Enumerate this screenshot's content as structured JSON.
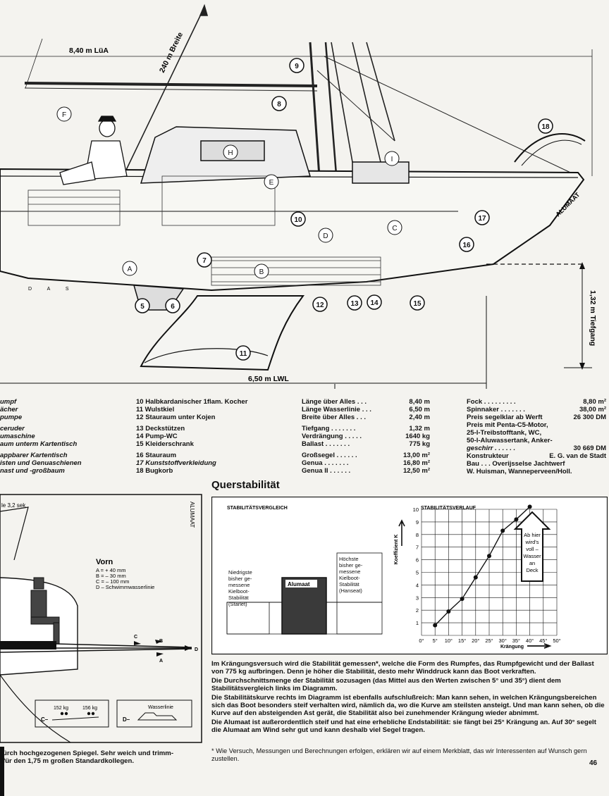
{
  "boat_drawing": {
    "dimension_loa": "8,40 m LüA",
    "dimension_beam": "240 m Breite",
    "dimension_draft": "1,32 m Tiefgang",
    "dimension_lwl": "6,50 m LWL",
    "hull_brand": "ALUMAAT",
    "transom_letters": "D A S",
    "callout_numbers": [
      "5",
      "6",
      "7",
      "8",
      "9",
      "10",
      "11",
      "12",
      "13",
      "14",
      "15",
      "16",
      "17",
      "18"
    ],
    "callout_letters": [
      "A",
      "B",
      "C",
      "D",
      "E",
      "F",
      "H",
      "I"
    ]
  },
  "legend_left": [
    "umpf",
    "ächer",
    "pumpe",
    "",
    "ceruder",
    "umaschine",
    "aum unterm Kartentisch",
    "",
    "appbarer Kartentisch",
    "isten und Genuaschienen",
    "nast und -großbaum"
  ],
  "legend_mid": [
    "10 Halbkardanischer 1flam. Kocher",
    "11 Wulstkiel",
    "12 Stauraum unter Kojen",
    "",
    "13 Deckstützen",
    "14 Pump-WC",
    "15 Kleiderschrank",
    "",
    "16 Stauraum",
    "17 Kunststoffverkleidung",
    "18 Bugkorb"
  ],
  "specs": [
    {
      "label": "Länge über Alles . . .",
      "value": "8,40 m"
    },
    {
      "label": "Länge Wasserlinie . . .",
      "value": "6,50 m"
    },
    {
      "label": "Breite über Alles . . .",
      "value": "2,40 m"
    },
    {
      "label": "",
      "value": ""
    },
    {
      "label": "Tiefgang . . . . . . .",
      "value": "1,32 m"
    },
    {
      "label": "Verdrängung . . . . .",
      "value": "1640 kg"
    },
    {
      "label": "Ballast . . . . . . .",
      "value": "775 kg"
    },
    {
      "label": "",
      "value": ""
    },
    {
      "label": "Großsegel . . . . . .",
      "value": "13,00 m²"
    },
    {
      "label": "Genua . . . . . . .",
      "value": "16,80 m²"
    },
    {
      "label": "Genua II . . . . . .",
      "value": "12,50 m²"
    }
  ],
  "sails_price": [
    {
      "label": "Fock . . . . . . . . .",
      "value": "8,80 m²"
    },
    {
      "label": "Spinnaker . . . . . . .",
      "value": "38,00 m²"
    },
    {
      "label": "Preis segelklar ab Werft",
      "value": "26 300 DM"
    },
    {
      "label": "Preis mit Penta-C5-Motor,",
      "value": ""
    },
    {
      "label": "25-l-Treibstofftank, WC,",
      "value": ""
    },
    {
      "label": "50-l-Aluwassertank, Anker-",
      "value": ""
    },
    {
      "label": "geschirr . . . . . .",
      "value": "30 669 DM"
    },
    {
      "label": "Konstrukteur",
      "value": "E. G. van de Stadt"
    },
    {
      "label": "Bau . . . Overijsselse Jachtwerf",
      "value": ""
    },
    {
      "label": "W. Huisman, Wanneperveen/Holl.",
      "value": ""
    }
  ],
  "section_title": "Querstabilität",
  "side_drawing": {
    "period_label": "le 3,2 sek",
    "brand_vertical": "ALUMAAT",
    "vorn_title": "Vorn",
    "vorn_items": [
      "A = + 40 mm",
      "B = – 30 mm",
      "C = – 100 mm",
      "D – Schwimmwasserlinie"
    ],
    "weight_1": "152 kg",
    "weight_2": "156 kg",
    "wasserlinie": "Wasserlinie",
    "box_c": "C–",
    "box_d": "D–",
    "marker_a": "A",
    "marker_b": "B",
    "marker_c": "C",
    "marker_d": "D"
  },
  "comparison": {
    "title": "STABILITÄTSVERGLEICH",
    "lowest_label": [
      "Niedrigste",
      "bisher ge-",
      "messene",
      "Kielboot-",
      "Stabilität",
      "(Starlet)"
    ],
    "alumaat_label": "Alumaat",
    "highest_label": [
      "Höchste",
      "bisher ge-",
      "messene",
      "Kielboot-",
      "Stabilität",
      "(Hanseat)"
    ]
  },
  "chart_data": {
    "type": "line",
    "title": "STABILITÄTSVERLAUF",
    "xlabel": "Krängung",
    "ylabel": "Koeffizient K",
    "x_ticks": [
      "0°",
      "5°",
      "10°",
      "15°",
      "20°",
      "25°",
      "30°",
      "35°",
      "40°",
      "45°",
      "50°"
    ],
    "y_ticks": [
      "1",
      "2",
      "3",
      "4",
      "5",
      "6",
      "7",
      "8",
      "9",
      "10"
    ],
    "xlim": [
      0,
      50
    ],
    "ylim": [
      0,
      10
    ],
    "x": [
      5,
      10,
      15,
      20,
      25,
      30,
      35,
      40
    ],
    "y": [
      0.8,
      1.9,
      2.9,
      4.6,
      6.3,
      8.3,
      9.2,
      10.2
    ],
    "annotation": [
      "Ab hier",
      "wird's",
      "voll –",
      "Wasser",
      "an",
      "Deck"
    ],
    "grid": true
  },
  "body_text": [
    "Im Krängungsversuch wird die Stabilität gemessen*, welche die Form des Rumpfes, das Rumpfgewicht und der Ballast von 775 kg aufbringen. Denn je höher die Stabilität, desto mehr Winddruck kann das Boot verkraften.",
    "Die Durchschnittsmenge der Stabilität sozusagen (das Mittel aus den Werten zwischen 5° und 35°) dient dem Stabilitätsvergleich links im Diagramm.",
    "Die Stabilitätskurve rechts im Diagramm ist ebenfalls aufschlußreich: Man kann sehen, in welchen Krängungsbereichen sich das Boot besonders steif verhalten wird, nämlich da, wo die Kurve am steilsten ansteigt. Und man kann sehen, ob die Kurve auf den absteigenden Ast gerät, die Stabilität also bei zunehmender Krängung wieder abnimmt.",
    "Die Alumaat ist außerordentlich steif und hat eine erhebliche Endstabilität: sie fängt bei 25° Krängung an. Auf 30° segelt die Alumaat am Wind sehr gut und kann deshalb viel Segel tragen."
  ],
  "footnote": "* Wie Versuch, Messungen und Berechnungen erfolgen, erklären wir auf einem Merkblatt, das wir Interessenten auf Wunsch gern zustellen.",
  "left_caption": [
    "ürch hochgezogenen Spiegel. Sehr weich und trimm-",
    "für den 1,75 m großen Standardkollegen."
  ],
  "page_number": "46"
}
